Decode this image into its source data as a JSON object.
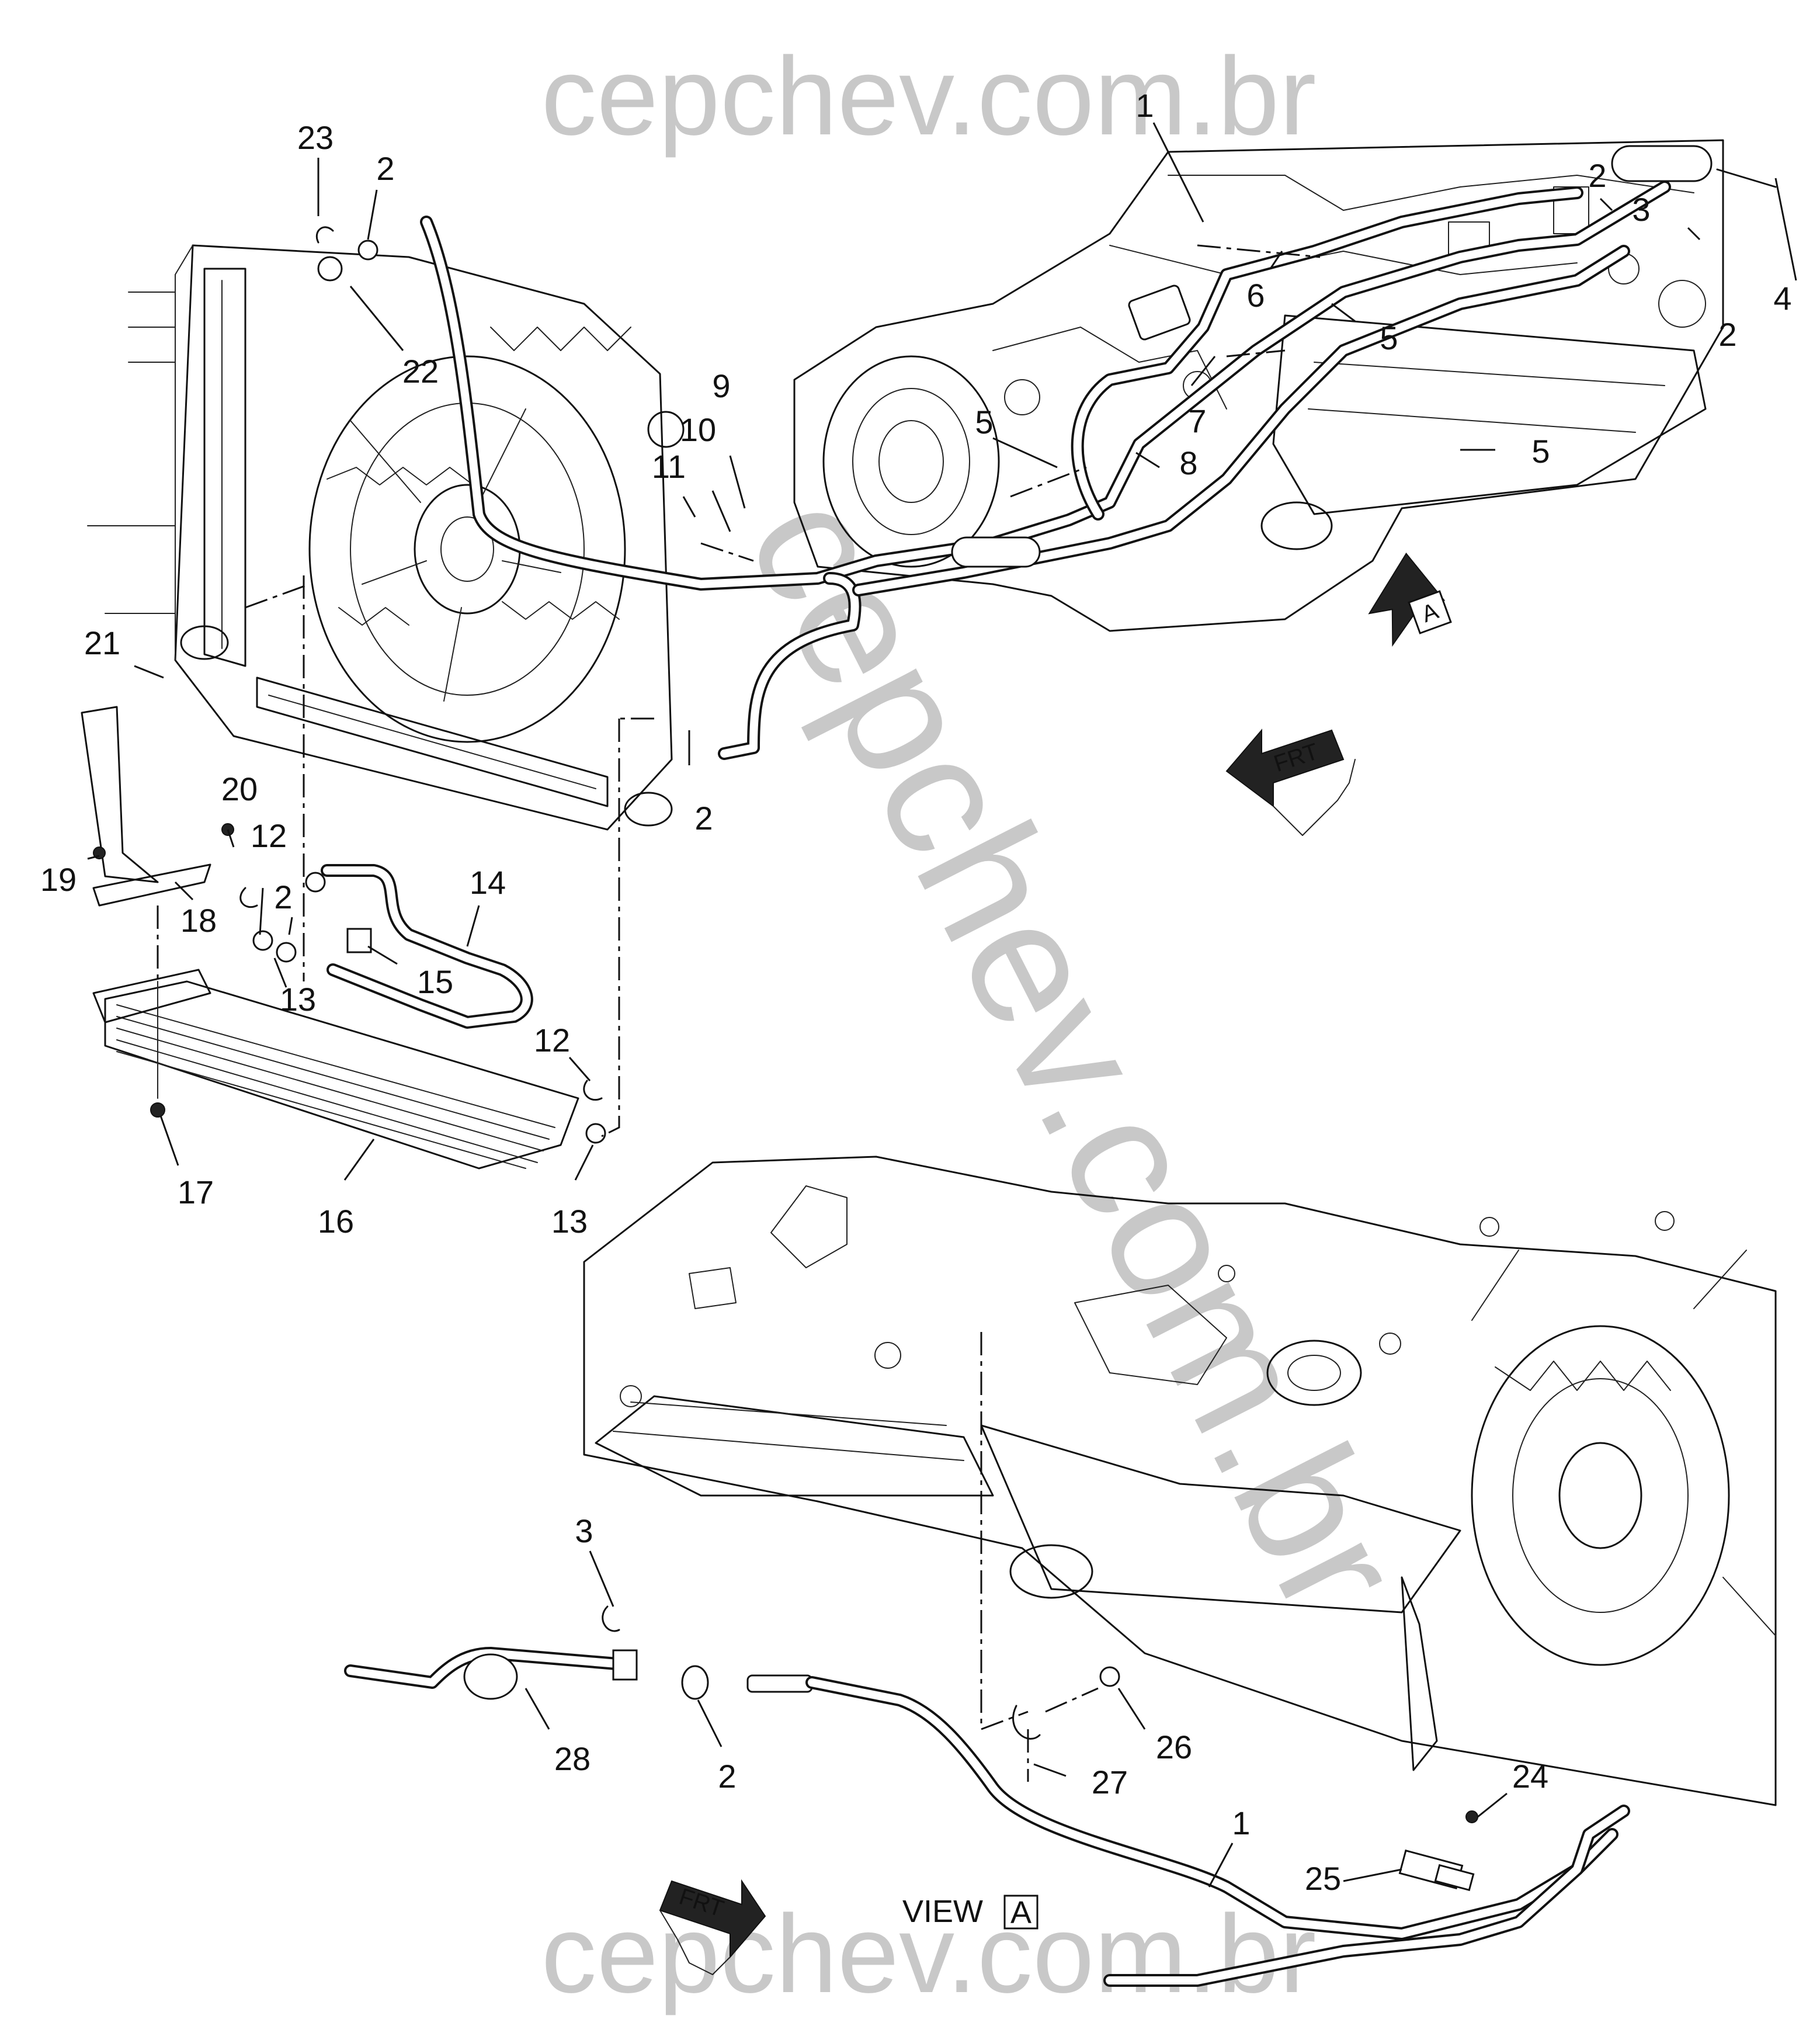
{
  "watermark": {
    "top": "cepchev.com.br",
    "diagonal": "cepchev.com.br",
    "bottom": "cepchev.com.br"
  },
  "view_label": {
    "prefix": "VIEW",
    "letter": "A"
  },
  "view_arrow_letter": "A",
  "frt_label": "FRT",
  "callouts": {
    "c1_top": "1",
    "c2_a": "2",
    "c3_a": "3",
    "c4": "4",
    "c2_b": "2",
    "c5_a": "5",
    "c6": "6",
    "c7": "7",
    "c5_b": "5",
    "c8": "8",
    "c5_c": "5",
    "c9": "9",
    "c10": "10",
    "c11": "11",
    "c23": "23",
    "c2_c": "2",
    "c22": "22",
    "c21": "21",
    "c20": "20",
    "c12_a": "12",
    "c2_d": "2",
    "c14": "14",
    "c19": "19",
    "c18": "18",
    "c15": "15",
    "c13_a": "13",
    "c2_e": "2",
    "c12_b": "12",
    "c17": "17",
    "c16": "16",
    "c13_b": "13",
    "c3_b": "3",
    "c28": "28",
    "c2_f": "2",
    "c26": "26",
    "c27": "27",
    "c1_bottom": "1",
    "c24": "24",
    "c25": "25"
  }
}
